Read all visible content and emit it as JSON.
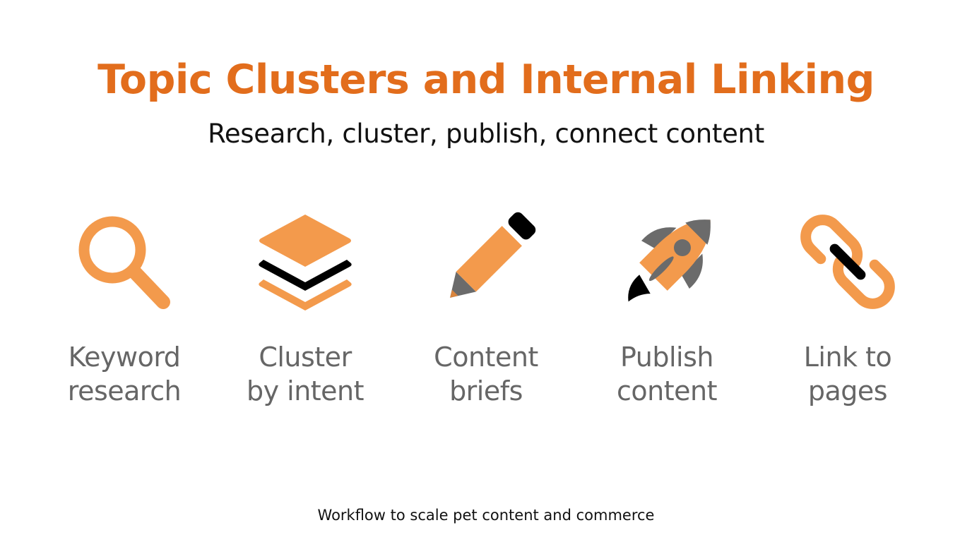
{
  "header": {
    "title": "Topic Clusters and Internal Linking",
    "subtitle": "Research, cluster, publish, connect content"
  },
  "colors": {
    "title": "#e26d1c",
    "icon_primary": "#f39a4c",
    "icon_dark": "#000000",
    "icon_gray": "#6b6b6b",
    "label": "#666666"
  },
  "steps": [
    {
      "icon": "magnifying-glass-icon",
      "line1": "Keyword",
      "line2": "research"
    },
    {
      "icon": "layers-icon",
      "line1": "Cluster",
      "line2": "by intent"
    },
    {
      "icon": "pencil-icon",
      "line1": "Content",
      "line2": "briefs"
    },
    {
      "icon": "rocket-icon",
      "line1": "Publish",
      "line2": "content"
    },
    {
      "icon": "chain-link-icon",
      "line1": "Link to",
      "line2": "pages"
    }
  ],
  "footer": {
    "text": "Workflow to scale pet content and commerce"
  }
}
